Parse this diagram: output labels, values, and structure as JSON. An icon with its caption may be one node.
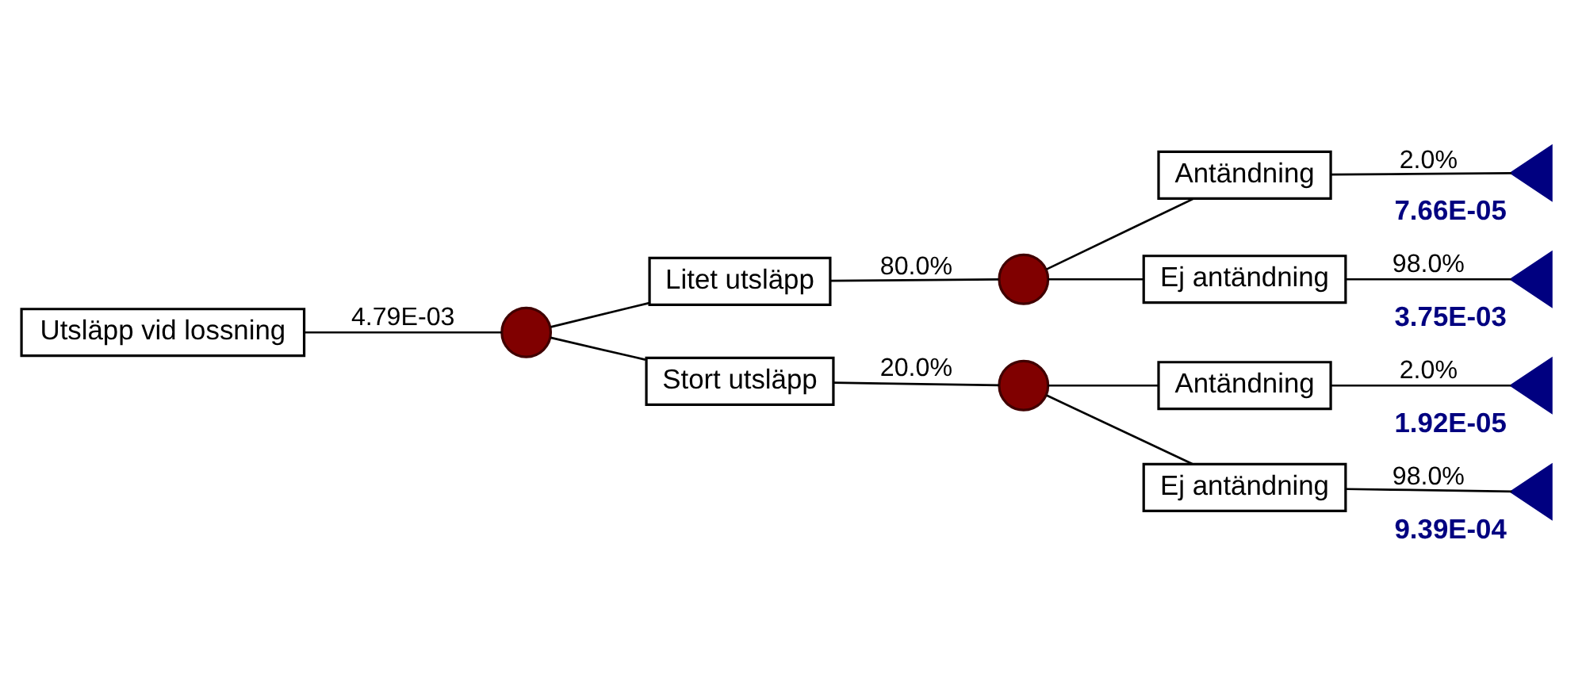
{
  "diagram": {
    "nodes": [
      {
        "text": [
          "Utsläpp vid lossning"
        ]
      },
      {
        "text": [],
        "shape": "circle"
      },
      {
        "text": [
          "Litet utsläpp"
        ]
      },
      {
        "text": [],
        "shape": "circle"
      },
      {
        "text": [
          "Antändning"
        ]
      },
      {
        "text": [],
        "shape": "triangle",
        "beside": [
          "7.66E-05"
        ]
      },
      {
        "text": [
          "Ej antändning"
        ]
      },
      {
        "text": [],
        "shape": "triangle",
        "beside": [
          "3.75E-03"
        ]
      },
      {
        "text": [
          "Stort utsläpp"
        ]
      },
      {
        "text": [],
        "shape": "circle"
      },
      {
        "text": [
          "Antändning"
        ]
      },
      {
        "text": [],
        "shape": "triangle",
        "beside": [
          "1.92E-05"
        ]
      },
      {
        "text": [
          "Ej antändning"
        ]
      },
      {
        "text": [],
        "shape": "triangle",
        "beside": [
          "9.39E-04"
        ]
      }
    ],
    "edges": [
      {
        "from": 0,
        "to": 1,
        "arrow": "none",
        "label": "4.79E-03"
      },
      {
        "from": 1,
        "to": 2,
        "arrow": "none"
      },
      {
        "from": 1,
        "to": 8,
        "arrow": "none"
      },
      {
        "from": 2,
        "to": 3,
        "arrow": "none",
        "label": "80.0%"
      },
      {
        "from": 3,
        "to": 4,
        "arrow": "none"
      },
      {
        "from": 3,
        "to": 6,
        "arrow": "none"
      },
      {
        "from": 4,
        "to": 5,
        "arrow": "none",
        "label": "2.0%"
      },
      {
        "from": 6,
        "to": 7,
        "arrow": "none",
        "label": "98.0%"
      },
      {
        "from": 8,
        "to": 9,
        "arrow": "none",
        "label": "20.0%"
      },
      {
        "from": 9,
        "to": 10,
        "arrow": "none"
      },
      {
        "from": 9,
        "to": 12,
        "arrow": "none"
      },
      {
        "from": 10,
        "to": 11,
        "arrow": "none",
        "label": "2.0%"
      },
      {
        "from": 12,
        "to": 13,
        "arrow": "none",
        "label": "98.0%"
      }
    ]
  }
}
